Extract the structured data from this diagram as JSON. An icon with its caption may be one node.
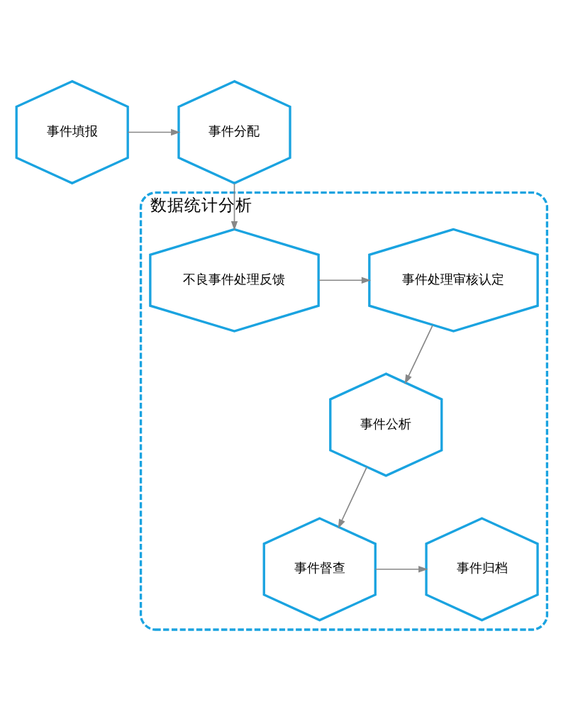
{
  "diagram": {
    "nodes": [
      {
        "text": [
          "事件填报"
        ]
      },
      {
        "text": [
          "事件分配"
        ]
      },
      {
        "text": [
          "数据统计分析"
        ]
      },
      {
        "text": [
          "不良事件处理反馈"
        ],
        "in": 2
      },
      {
        "text": [
          "事件处理审核认定"
        ],
        "in": 2
      },
      {
        "text": [
          "事件公析"
        ],
        "in": 2
      },
      {
        "text": [
          "事件督查"
        ],
        "in": 2
      },
      {
        "text": [
          "事件归档"
        ],
        "in": 2
      }
    ],
    "edges": [
      {
        "from": 0,
        "to": 1,
        "arrow": "to"
      },
      {
        "from": 1,
        "to": 3,
        "arrow": "to"
      },
      {
        "from": 3,
        "to": 4,
        "arrow": "to"
      },
      {
        "from": 4,
        "to": 5,
        "arrow": "to"
      },
      {
        "from": 5,
        "to": 6,
        "arrow": "to"
      },
      {
        "from": 6,
        "to": 7,
        "arrow": "to"
      }
    ]
  }
}
